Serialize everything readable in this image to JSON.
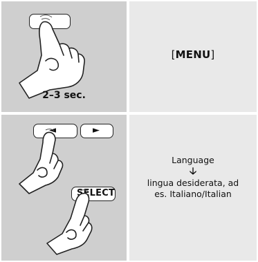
{
  "steps": [
    {
      "caption": "2–3 sec.",
      "button_icon": "generic-button",
      "instruction": {
        "bracket_open": "[",
        "key": "MENU",
        "bracket_close": "]"
      }
    },
    {
      "nav_buttons": [
        "◄",
        "►"
      ],
      "select_label": "SELECT",
      "instruction": {
        "line1": "Language",
        "arrow": "🡣",
        "line2": "lingua desiderata, ad",
        "line3": "es. Italiano/Italian"
      }
    }
  ],
  "colors": {
    "illustration_bg": "#cfcfcf",
    "text_bg": "#e9e9e9"
  }
}
